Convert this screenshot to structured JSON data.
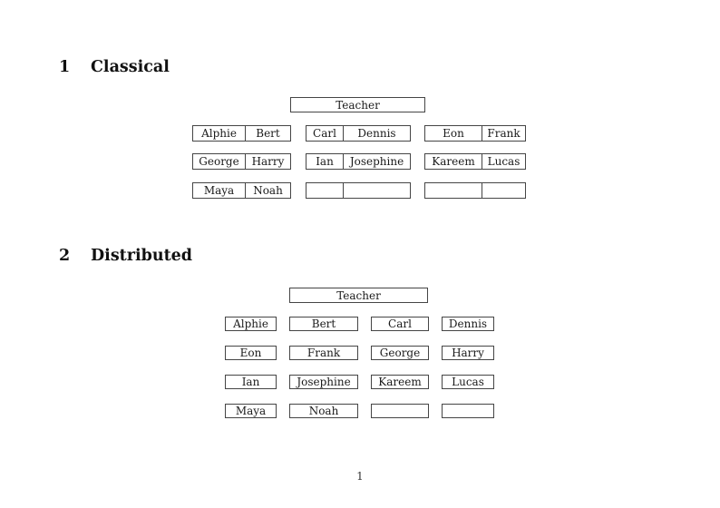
{
  "page": {
    "number": "1",
    "background": "#ffffff"
  },
  "colors": {
    "border": "#454545",
    "text": "#1a1a1a"
  },
  "sections": [
    {
      "number": "1",
      "title": "Classical",
      "teacher": "Teacher",
      "rows": [
        [
          {
            "l": "Alphie",
            "r": "Bert"
          },
          {
            "l": "Carl",
            "r": "Dennis"
          },
          {
            "l": "Eon",
            "r": "Frank"
          }
        ],
        [
          {
            "l": "George",
            "r": "Harry"
          },
          {
            "l": "Ian",
            "r": "Josephine"
          },
          {
            "l": "Kareem",
            "r": "Lucas"
          }
        ],
        [
          {
            "l": "Maya",
            "r": "Noah"
          },
          {
            "l": "",
            "r": ""
          },
          {
            "l": "",
            "r": ""
          }
        ]
      ]
    },
    {
      "number": "2",
      "title": "Distributed",
      "teacher": "Teacher",
      "rows": [
        [
          "Alphie",
          "Bert",
          "Carl",
          "Dennis"
        ],
        [
          "Eon",
          "Frank",
          "George",
          "Harry"
        ],
        [
          "Ian",
          "Josephine",
          "Kareem",
          "Lucas"
        ],
        [
          "Maya",
          "Noah",
          "",
          ""
        ]
      ]
    }
  ]
}
